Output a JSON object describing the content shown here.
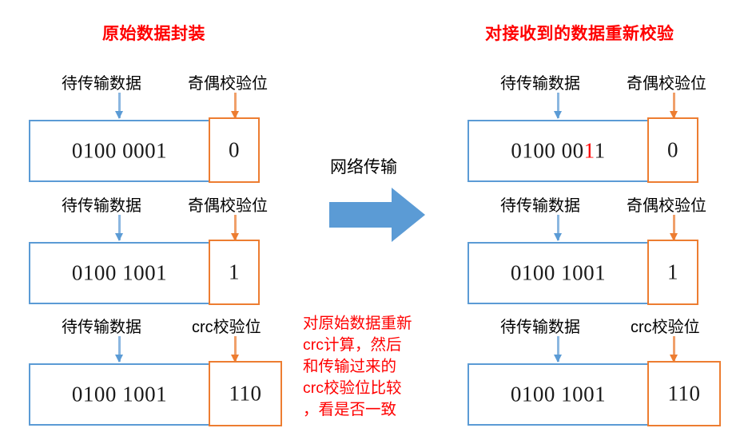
{
  "titles": {
    "left": "原始数据封装",
    "right": "对接收到的数据重新校验",
    "color": "#ff0000"
  },
  "colors": {
    "data_border": "#5b9bd5",
    "check_border": "#ed7d31",
    "title_red": "#ff0000",
    "error_bit": "#ff0000",
    "transmit_arrow": "#5b9bd5",
    "background": "#ffffff",
    "text": "#1a1a1a"
  },
  "labels": {
    "data": "待传输数据",
    "parity": "奇偶校验位",
    "crc": "crc校验位"
  },
  "left_frames": [
    {
      "data_label": "待传输数据",
      "check_label": "奇偶校验位",
      "data_value": "0100 0001",
      "check_value": "0"
    },
    {
      "data_label": "待传输数据",
      "check_label": "奇偶校验位",
      "data_value": "0100 1001",
      "check_value": "1"
    },
    {
      "data_label": "待传输数据",
      "check_label": "crc校验位",
      "data_value": "0100 1001",
      "check_value": "110"
    }
  ],
  "right_frames": [
    {
      "data_label": "待传输数据",
      "check_label": "奇偶校验位",
      "data_value_prefix": "0100 00",
      "data_value_error": "1",
      "data_value_suffix": "1",
      "check_value": "0"
    },
    {
      "data_label": "待传输数据",
      "check_label": "奇偶校验位",
      "data_value": "0100 1001",
      "check_value": "1"
    },
    {
      "data_label": "待传输数据",
      "check_label": "crc校验位",
      "data_value": "0100 1001",
      "check_value": "110"
    }
  ],
  "transmission": {
    "label": "网络传输",
    "arrow_icon": "right-arrow-icon"
  },
  "crc_note": {
    "line1": "对原始数据重新",
    "line2": "crc计算，然后",
    "line3": "和传输过来的",
    "line4": "crc校验位比较",
    "line5": "，看是否一致"
  }
}
